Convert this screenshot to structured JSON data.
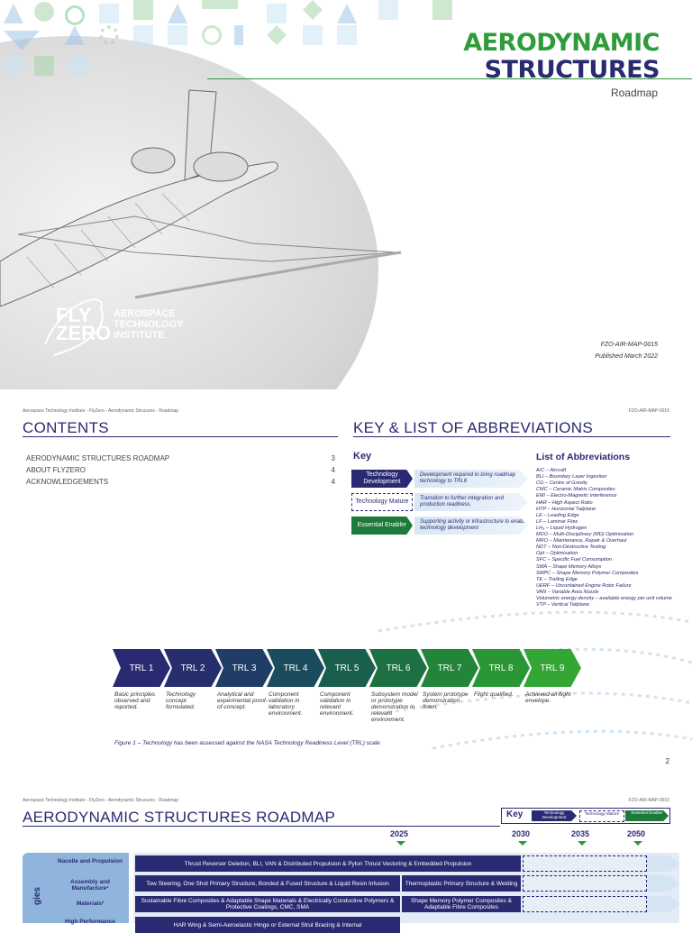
{
  "cover": {
    "title_line1": "AERODYNAMIC",
    "title_line2": "STRUCTURES",
    "subtitle": "Roadmap",
    "logo_fly": "FLY",
    "logo_zero": "ZERO",
    "logo_ati_1": "AEROSPACE",
    "logo_ati_2": "TECHNOLOGY",
    "logo_ati_3": "INSTITUTE",
    "doc_id": "FZO-AIR-MAP-0015",
    "published": "Published March 2022"
  },
  "page2": {
    "header_left": "Aerospace Technology Institute - FlyZero - Aerodynamic Strucures - Roadmap",
    "header_right": "FZO-AIR-MAP-0015",
    "contents_title": "CONTENTS",
    "contents": [
      {
        "label": "AERODYNAMIC STRUCTURES ROADMAP",
        "page": "3"
      },
      {
        "label": "ABOUT FLYZERO",
        "page": "4"
      },
      {
        "label": "ACKNOWLEDGEMENTS",
        "page": "4"
      }
    ],
    "key_title": "KEY & LIST OF ABBREVIATIONS",
    "key_heading": "Key",
    "key_items": [
      {
        "label": "Technology Development",
        "desc": "Development required to bring roadmap technology to TRL6",
        "color": "#2a2a72"
      },
      {
        "label": "Technology Mature",
        "desc": "Transition to further integration and production readiness",
        "color": "#ffffff"
      },
      {
        "label": "Essential Enabler",
        "desc": "Supporting activity or infrastructure to enable technology development",
        "color": "#1e7a3a"
      }
    ],
    "abbr_heading": "List of Abbreviations",
    "abbreviations": [
      "A/C – Aircraft",
      "BLI – Boundary Layer Ingestion",
      "CG – Centre of Gravity",
      "CMC – Ceramic Matrix Composites",
      "EMI – Electro-Magnetic Interference",
      "HAR – High Aspect Ratio",
      "HTP – Horizontal Tailplane",
      "LE – Leading Edge",
      "LF – Laminar Flow",
      "LH₂ – Liquid Hydrogen",
      "MDO – Multi-Disciplinary (MD) Optimisation",
      "MRO – Maintenance, Repair & Overhaul",
      "NDT – Non-Destructive Testing",
      "Opt – Optimisation",
      "SFC – Specific Fuel Consumption",
      "SMA – Shape Memory Alloys",
      "SMPC – Shape Memory Polymer Composites",
      "TE – Trailing Edge",
      "UERF – Uncontained Engine Rotor Failure",
      "VAN – Variable Area Nozzle",
      "Volumetric energy density – available energy per unit volume",
      "VTP – Vertical Tailplane"
    ],
    "trl": [
      {
        "label": "TRL 1",
        "desc": "Basic principles observed and reported.",
        "color": "#2a2a72"
      },
      {
        "label": "TRL 2",
        "desc": "Technology concept formulated.",
        "color": "#262e6e"
      },
      {
        "label": "TRL 3",
        "desc": "Analytical and experimental proof-of-concept.",
        "color": "#1f3d66"
      },
      {
        "label": "TRL 4",
        "desc": "Component validation in laboratory environment.",
        "color": "#1b4c5e"
      },
      {
        "label": "TRL 5",
        "desc": "Component validation in relevant environment.",
        "color": "#1a5e4e"
      },
      {
        "label": "TRL 6",
        "desc": "Subsystem model or prototype demonstration in relevant environment.",
        "color": "#1d7042"
      },
      {
        "label": "TRL 7",
        "desc": "System prototype demonstration flown.",
        "color": "#23853a"
      },
      {
        "label": "TRL 8",
        "desc": "Flight qualified.",
        "color": "#2a9636"
      },
      {
        "label": "TRL 9",
        "desc": "Achieved all flight envelope.",
        "color": "#33a636"
      }
    ],
    "figure_caption": "Figure 1 – Technology has been assessed against the NASA Technology Readiness Level (TRL) scale",
    "page_number": "2"
  },
  "page3": {
    "header_left": "Aerospace Technology Institute - FlyZero - Aerodynamic Strucures - Roadmap",
    "header_right": "FZO-AIR-MAP-0015",
    "title": "AERODYNAMIC STRUCTURES ROADMAP",
    "key_heading": "Key",
    "key_labels": [
      "Technology Development",
      "Technology Mature",
      "Essential Enabler"
    ],
    "years": [
      "2025",
      "2030",
      "2035",
      "2050"
    ],
    "side_label": "gies",
    "rows": [
      {
        "label": "Nacelle and Propulsion",
        "bar1": "Thrust Reverser Deletion, BLI, VAN & Distributed Propulsion & Pylon Thrust Vectoring & Embedded Propulsion",
        "bar2": ""
      },
      {
        "label": "Assembly and Manufacture¹",
        "bar1": "Tow Steering, One Shot Primary Structure, Bonded & Fused Structure & Liquid Resin Infusion",
        "bar2": "Thermoplastic Primary Structure & Welding"
      },
      {
        "label": "Materials²",
        "bar1": "Sustainable Fibre Composites & Adaptable Shape Materials & Electrically Conductive Polymers & Protective Coatings, CMC, SMA",
        "bar2": "Shape Memory Polymer Composites & Adaptable Fibre Composites"
      },
      {
        "label": "High Performance",
        "bar1": "HAR Wing & Semi-Aeroelastic Hinge or External Strut Bracing & Internal",
        "bar2": ""
      }
    ]
  }
}
